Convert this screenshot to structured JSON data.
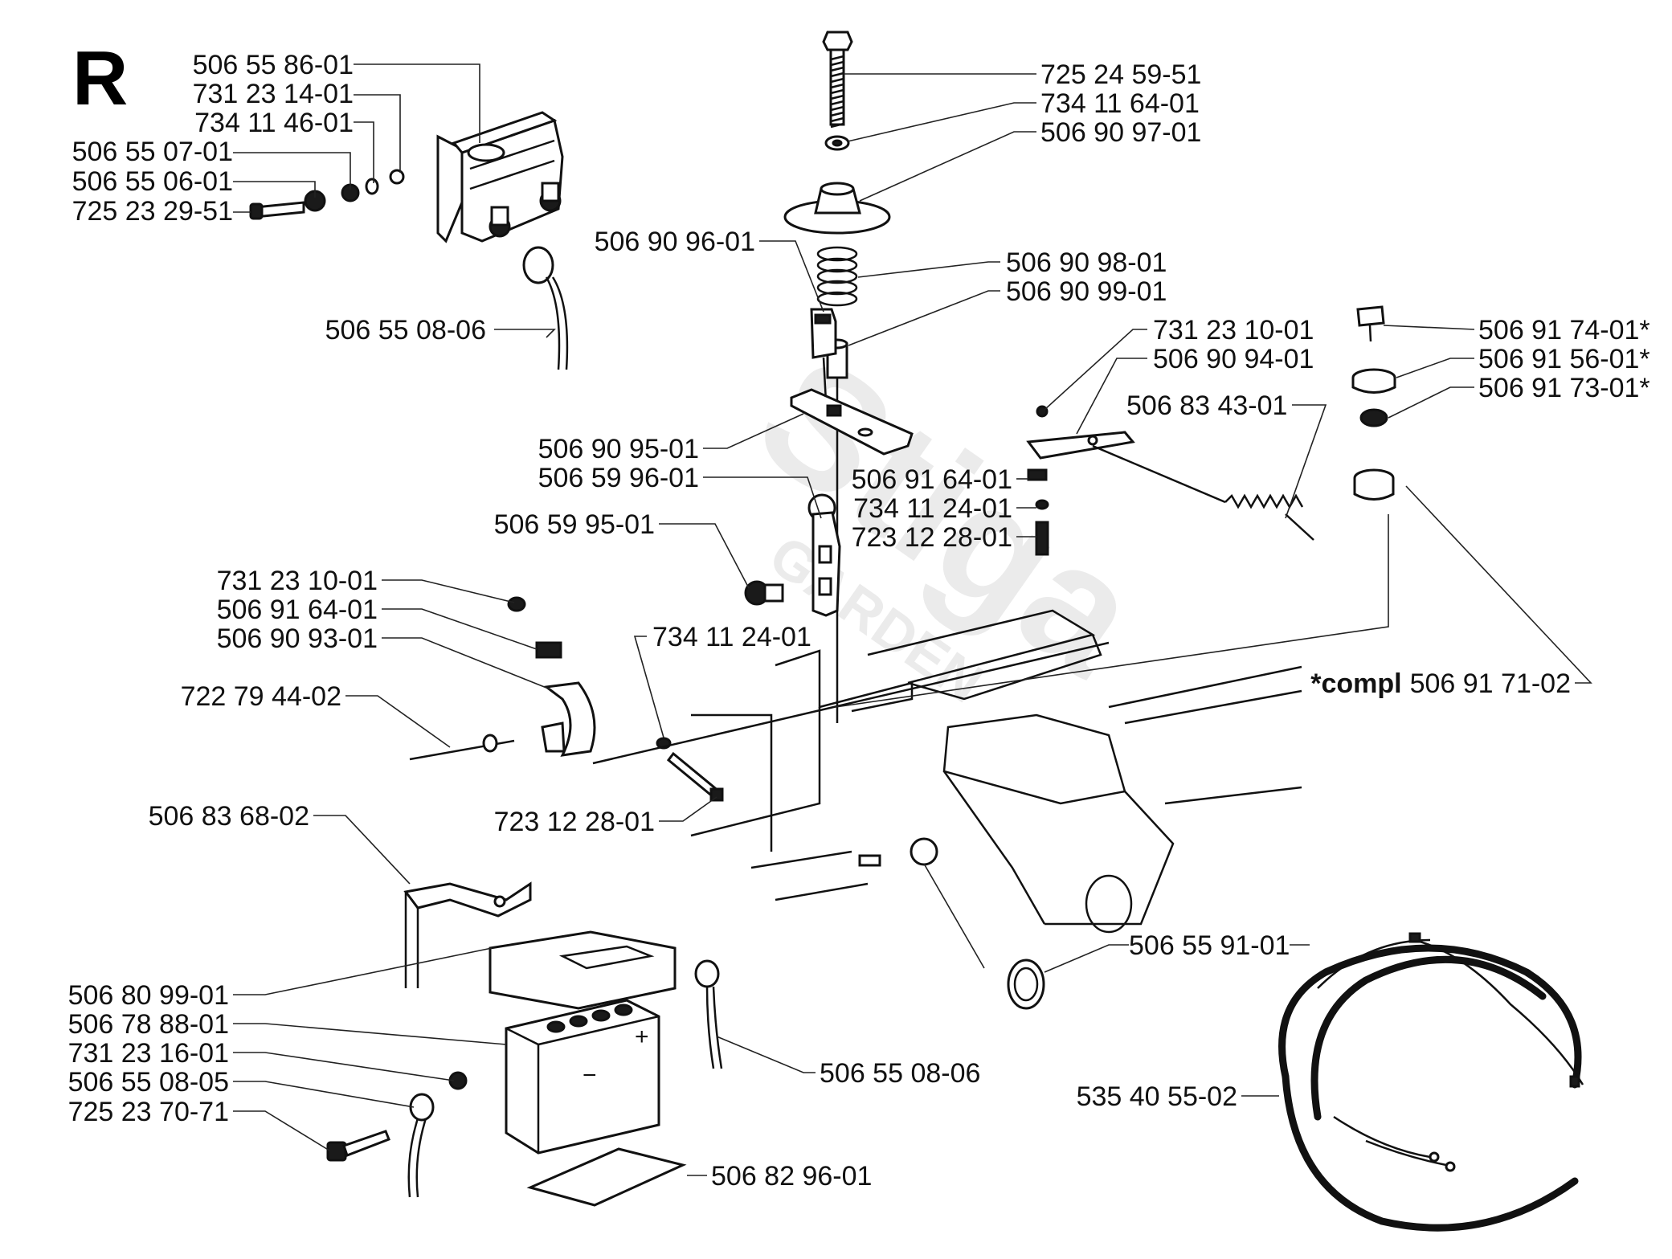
{
  "section_letter": "R",
  "labels": [
    {
      "id": "p1",
      "text": "506 55 86-01"
    },
    {
      "id": "p2",
      "text": "731 23 14-01"
    },
    {
      "id": "p3",
      "text": "734 11 46-01"
    },
    {
      "id": "p4",
      "text": "506 55 07-01"
    },
    {
      "id": "p5",
      "text": "506 55 06-01"
    },
    {
      "id": "p6",
      "text": "725 23 29-51"
    },
    {
      "id": "p7",
      "text": "506 55 08-06"
    },
    {
      "id": "p8",
      "text": "725 24 59-51"
    },
    {
      "id": "p9",
      "text": "734 11 64-01"
    },
    {
      "id": "p10",
      "text": "506 90 97-01"
    },
    {
      "id": "p11",
      "text": "506 90 96-01"
    },
    {
      "id": "p12",
      "text": "506 90 98-01"
    },
    {
      "id": "p13",
      "text": "506 90 99-01"
    },
    {
      "id": "p14",
      "text": "731 23 10-01"
    },
    {
      "id": "p15",
      "text": "506 90 94-01"
    },
    {
      "id": "p16",
      "text": "506 83 43-01"
    },
    {
      "id": "p17",
      "text": "506 91 74-01*"
    },
    {
      "id": "p18",
      "text": "506 91 56-01*"
    },
    {
      "id": "p19",
      "text": "506 91 73-01*"
    },
    {
      "id": "p20",
      "text": "506 90 95-01"
    },
    {
      "id": "p21",
      "text": "506 59 96-01"
    },
    {
      "id": "p22",
      "text": "506 91 64-01"
    },
    {
      "id": "p23",
      "text": "734 11 24-01"
    },
    {
      "id": "p24",
      "text": "723 12 28-01"
    },
    {
      "id": "p25",
      "text": "506 59 95-01"
    },
    {
      "id": "p26",
      "text": "731 23 10-01"
    },
    {
      "id": "p27",
      "text": "506 91 64-01"
    },
    {
      "id": "p28",
      "text": "506 90 93-01"
    },
    {
      "id": "p29",
      "text": "734 11 24-01"
    },
    {
      "id": "p30",
      "text": "722 79 44-02"
    },
    {
      "id": "p31",
      "text": "723 12 28-01"
    },
    {
      "id": "p32",
      "text": "506 83 68-02"
    },
    {
      "id": "p33",
      "text": "506 55 91-01"
    },
    {
      "id": "p34",
      "text": "506 80 99-01"
    },
    {
      "id": "p35",
      "text": "506 78 88-01"
    },
    {
      "id": "p36",
      "text": "731 23 16-01"
    },
    {
      "id": "p37",
      "text": "506 55 08-05"
    },
    {
      "id": "p38",
      "text": "725 23 70-71"
    },
    {
      "id": "p39",
      "text": "506 55 08-06"
    },
    {
      "id": "p40",
      "text": "535 40 55-02"
    },
    {
      "id": "p41",
      "text": "506 82 96-01"
    }
  ],
  "compl": {
    "prefix": "*compl",
    "number": "506 91 71-02"
  },
  "battery_polarity": {
    "minus": "−",
    "plus": "+"
  },
  "watermark": {
    "main": "Stiga",
    "sub": "GARDEN"
  }
}
